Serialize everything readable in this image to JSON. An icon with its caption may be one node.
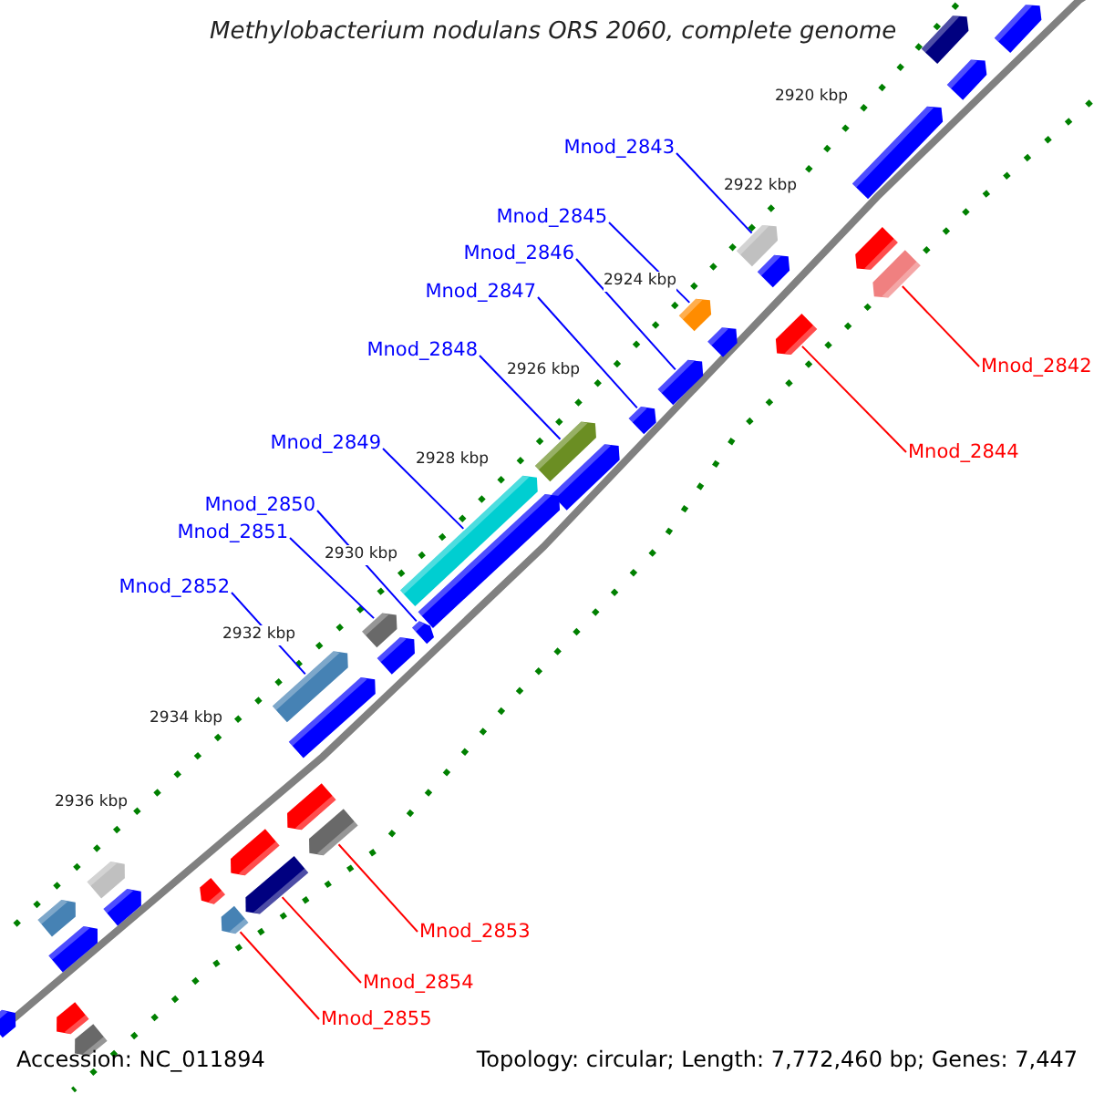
{
  "diagram": {
    "title": "Methylobacterium nodulans ORS 2060, complete genome",
    "nodes": [
      {
        "text": [
          "Mnod_2843"
        ]
      },
      {
        "text": [
          "Mnod_2845"
        ]
      },
      {
        "text": [
          "Mnod_2846"
        ]
      },
      {
        "text": [
          "Mnod_2847"
        ]
      },
      {
        "text": [
          "Mnod_2848"
        ]
      },
      {
        "text": [
          "Mnod_2842"
        ]
      },
      {
        "text": [
          "Mnod_2849"
        ]
      },
      {
        "text": [
          "Mnod_2844"
        ]
      },
      {
        "text": [
          "Mnod_2850"
        ]
      },
      {
        "text": [
          "Mnod_2851"
        ]
      },
      {
        "text": [
          "Mnod_2852"
        ]
      },
      {
        "text": [
          "Mnod_2853"
        ]
      },
      {
        "text": [
          "Mnod_2854"
        ]
      },
      {
        "text": [
          "Mnod_2855"
        ]
      },
      {
        "text": [],
        "shape": "arrow"
      },
      {
        "text": [],
        "shape": "arrow"
      },
      {
        "text": [],
        "shape": "arrow"
      },
      {
        "text": [],
        "shape": "arrow"
      },
      {
        "text": [],
        "shape": "arrow"
      },
      {
        "text": [],
        "shape": "arrow"
      },
      {
        "text": [],
        "shape": "arrow"
      },
      {
        "text": [],
        "shape": "arrow"
      },
      {
        "text": [],
        "shape": "arrow"
      },
      {
        "text": [],
        "shape": "arrow"
      },
      {
        "text": [],
        "shape": "arrow"
      },
      {
        "text": [],
        "shape": "arrow"
      },
      {
        "text": [],
        "shape": "arrow"
      },
      {
        "text": [],
        "shape": "arrow"
      },
      {
        "text": [],
        "shape": "arrow"
      },
      {
        "text": [],
        "shape": "arrow"
      },
      {
        "text": [],
        "shape": "arrow"
      },
      {
        "text": [],
        "shape": "arrow"
      },
      {
        "text": [],
        "shape": "arrow"
      },
      {
        "text": [],
        "shape": "arrow"
      },
      {
        "text": [],
        "shape": "arrow"
      },
      {
        "text": [],
        "shape": "arrow"
      },
      {
        "text": [],
        "shape": "arrow"
      },
      {
        "text": [],
        "shape": "arrow"
      },
      {
        "text": [],
        "shape": "arrow"
      },
      {
        "text": [],
        "shape": "arrow"
      },
      {
        "text": [],
        "shape": "arrow"
      },
      {
        "text": [],
        "shape": "arrow"
      },
      {
        "text": [],
        "shape": "arrow"
      },
      {
        "text": [],
        "shape": "arrow"
      },
      {
        "text": [],
        "shape": "arrow"
      },
      {
        "text": [],
        "shape": "arrow"
      },
      {
        "text": [],
        "shape": "arrow"
      },
      {
        "text": [],
        "shape": "arrow"
      },
      {
        "text": [],
        "shape": "arrow"
      }
    ],
    "edges": [
      {
        "from": 0,
        "to": 14,
        "arrow": "none"
      },
      {
        "from": 1,
        "to": 15,
        "arrow": "none"
      },
      {
        "from": 2,
        "to": 16,
        "arrow": "none"
      },
      {
        "from": 3,
        "to": 17,
        "arrow": "none"
      },
      {
        "from": 4,
        "to": 18,
        "arrow": "none"
      },
      {
        "from": 5,
        "to": 19,
        "arrow": "none",
        "color": "#ff0000"
      },
      {
        "from": 6,
        "to": 20,
        "arrow": "none"
      },
      {
        "from": 7,
        "to": 21,
        "arrow": "none",
        "color": "#ff0000"
      },
      {
        "from": 8,
        "to": 22,
        "arrow": "none"
      },
      {
        "from": 9,
        "to": 23,
        "arrow": "none"
      },
      {
        "from": 10,
        "to": 24,
        "arrow": "none"
      },
      {
        "from": 11,
        "to": 25,
        "arrow": "none",
        "color": "#ff0000"
      },
      {
        "from": 12,
        "to": 26,
        "arrow": "none",
        "color": "#ff0000"
      },
      {
        "from": 13,
        "to": 27,
        "arrow": "none",
        "color": "#ff0000"
      }
    ],
    "labels": [
      "2920 kbp",
      "2922 kbp",
      "2924 kbp",
      "2926 kbp",
      "2928 kbp",
      "2930 kbp",
      "2932 kbp",
      "2934 kbp",
      "2936 kbp",
      "Accession: NC_011894",
      "Topology: circular; Length: 7,772,460 bp; Genes: 7,447"
    ]
  }
}
